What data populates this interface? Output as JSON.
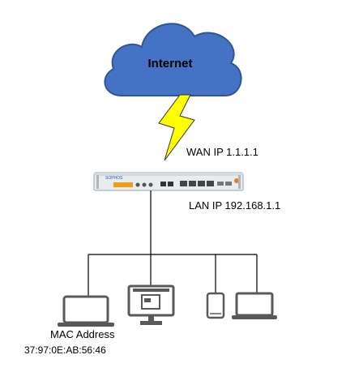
{
  "cloud": {
    "label": "Internet",
    "color": "#4472C4"
  },
  "wan": {
    "label": "WAN IP 1.1.1.1"
  },
  "lan": {
    "label": "LAN IP 192.168.1.1"
  },
  "device": {
    "brand": "SOPHOS",
    "brand_color": "#1a5fb4"
  },
  "client": {
    "mac_title": "MAC Address",
    "mac_value": "37:97:0E:AB:56:46"
  },
  "colors": {
    "line": "#000000",
    "lightning": "#ffff00",
    "device_body": "#e9ecef",
    "lcd": "#f39c12"
  },
  "icons": [
    "cloud-icon",
    "lightning-icon",
    "firewall-appliance-icon",
    "laptop-icon",
    "desktop-monitor-icon",
    "phone-icon"
  ]
}
